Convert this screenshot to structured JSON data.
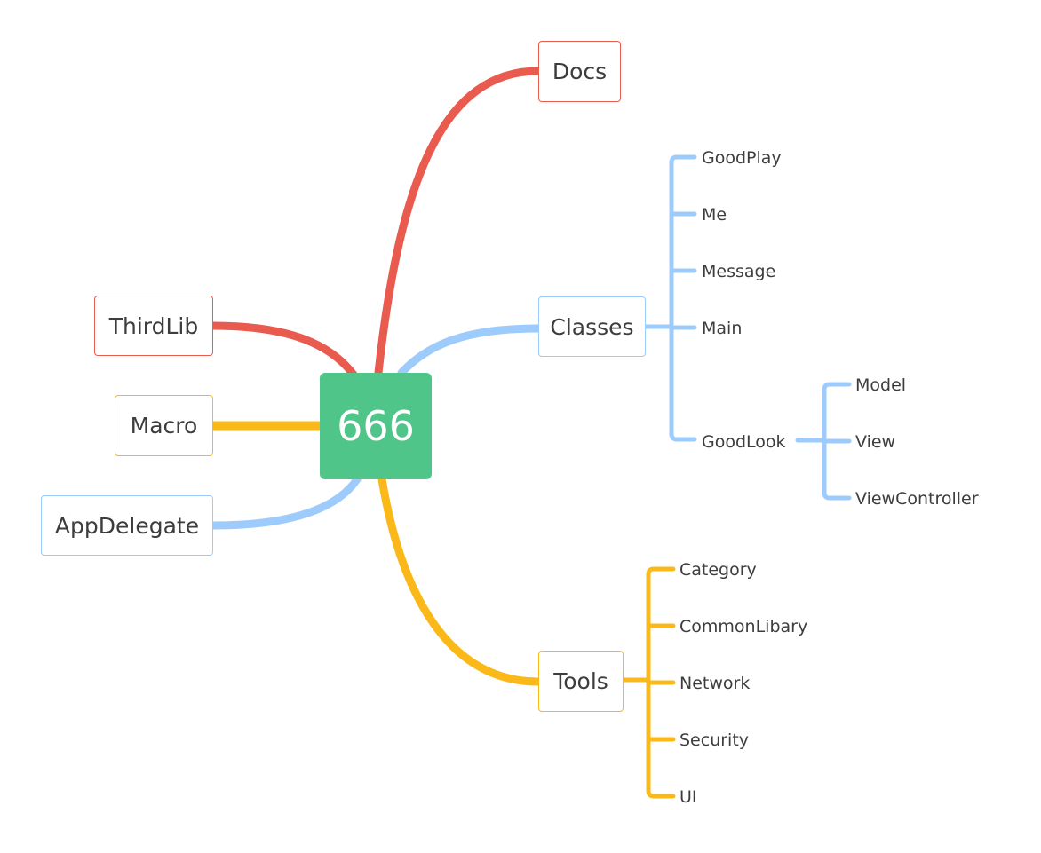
{
  "colors": {
    "red": "#e95b4f",
    "blue": "#9dcbfb",
    "yellow": "#fbb919",
    "green": "#4fc589",
    "text": "#3d3d3d"
  },
  "root": {
    "label": "666"
  },
  "topics": {
    "docs": {
      "label": "Docs"
    },
    "thirdlib": {
      "label": "ThirdLib"
    },
    "macro": {
      "label": "Macro"
    },
    "appdelegate": {
      "label": "AppDelegate"
    },
    "classes": {
      "label": "Classes",
      "children": [
        "GoodPlay",
        "Me",
        "Message",
        "Main",
        "GoodLook"
      ],
      "goodlook_children": [
        "Model",
        "View",
        "ViewController"
      ]
    },
    "tools": {
      "label": "Tools",
      "children": [
        "Category",
        "CommonLibary",
        "Network",
        "Security",
        "UI"
      ]
    }
  }
}
